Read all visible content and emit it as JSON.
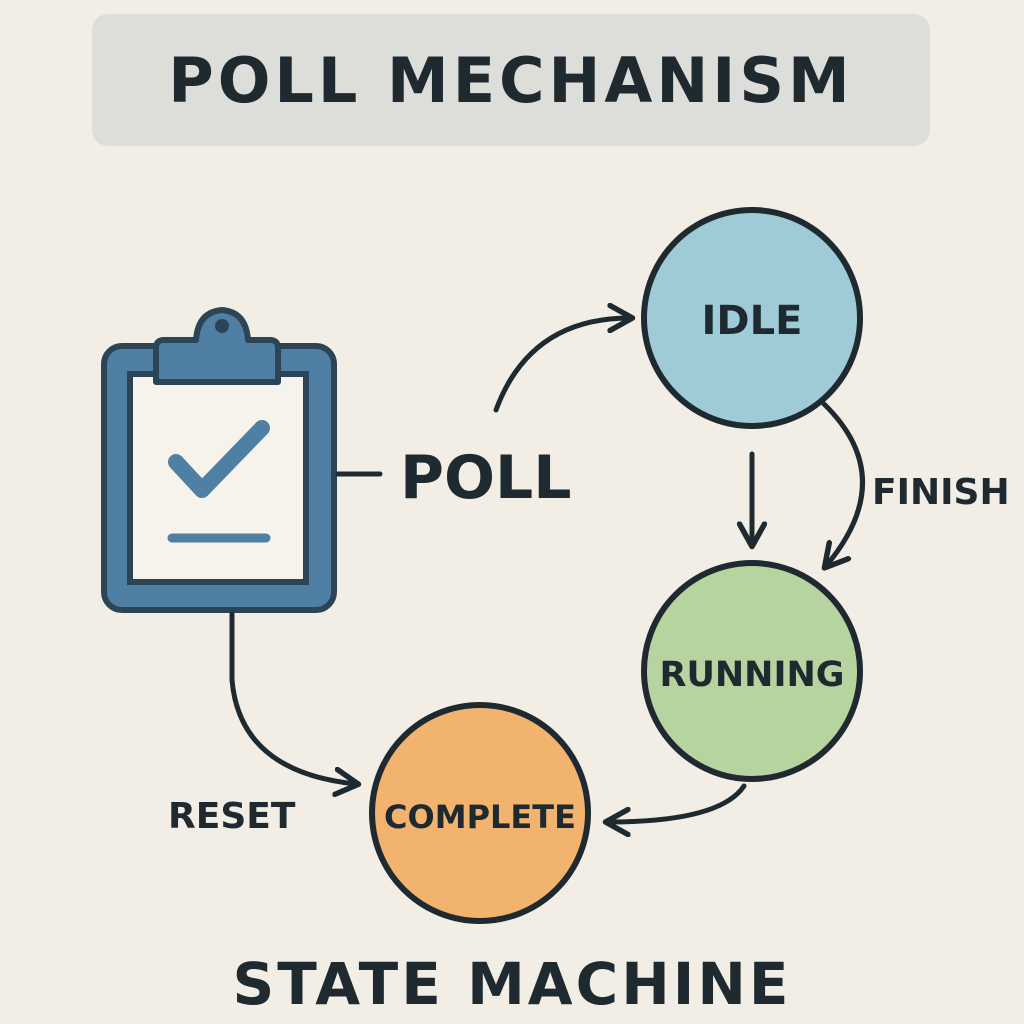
{
  "title": "POLL MECHANISM",
  "subtitle": "STATE MACHINE",
  "poll_label": "POLL",
  "states": {
    "idle": {
      "label": "IDLE",
      "color": "#9fcbd6"
    },
    "running": {
      "label": "RUNNING",
      "color": "#b7d39f"
    },
    "complete": {
      "label": "COMPLETE",
      "color": "#f2b36e"
    }
  },
  "transitions": {
    "finish": "FINISH",
    "reset": "RESET"
  },
  "icons": {
    "clipboard": "clipboard-check-icon"
  },
  "colors": {
    "clipboard_blue": "#4f7fa3",
    "clipboard_dark": "#2c4556",
    "ink": "#1f2a30",
    "background": "#f2eee6",
    "banner": "#dddeda"
  }
}
